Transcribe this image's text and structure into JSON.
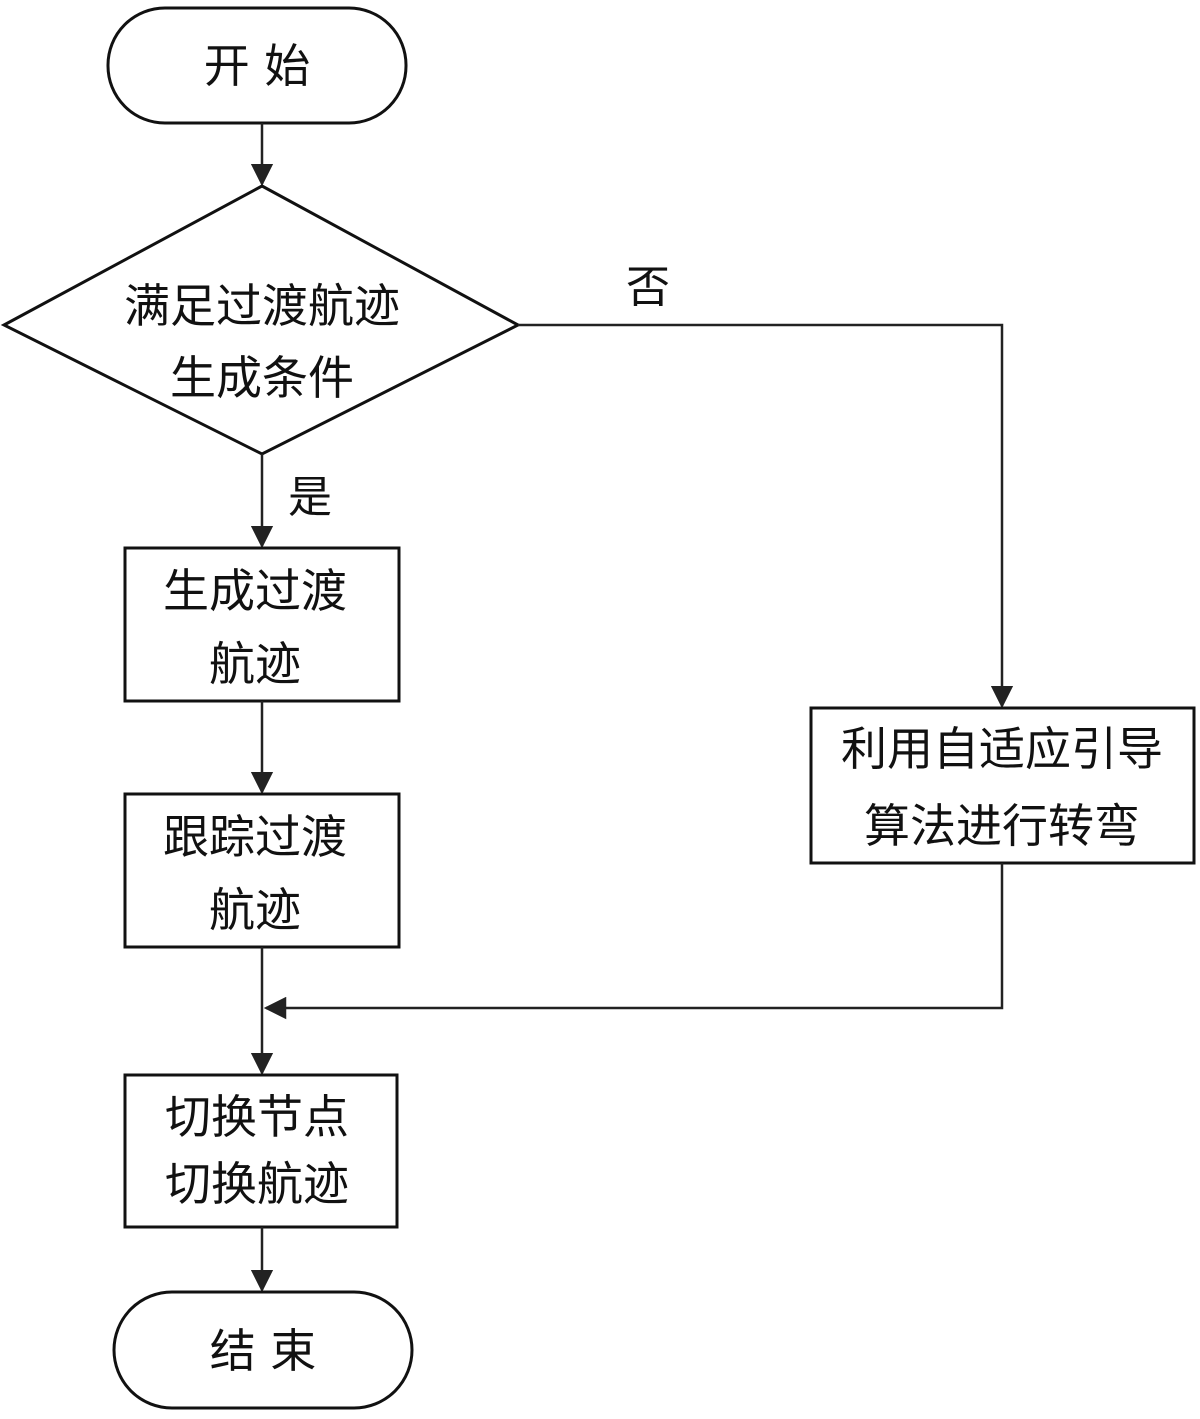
{
  "nodes": {
    "start": {
      "label": "开 始"
    },
    "decision": {
      "line1": "满足过渡航迹",
      "line2": "生成条件"
    },
    "generate": {
      "line1": "生成过渡",
      "line2": "航迹"
    },
    "track": {
      "line1": "跟踪过渡",
      "line2": "航迹"
    },
    "adaptive": {
      "line1": "利用自适应引导",
      "line2": "算法进行转弯"
    },
    "switch": {
      "line1": "切换节点",
      "line2": "切换航迹"
    },
    "end": {
      "label": "结 束"
    }
  },
  "edges": {
    "yes_label": "是",
    "no_label": "否"
  },
  "colors": {
    "stroke": "#111111",
    "background": "#ffffff"
  }
}
